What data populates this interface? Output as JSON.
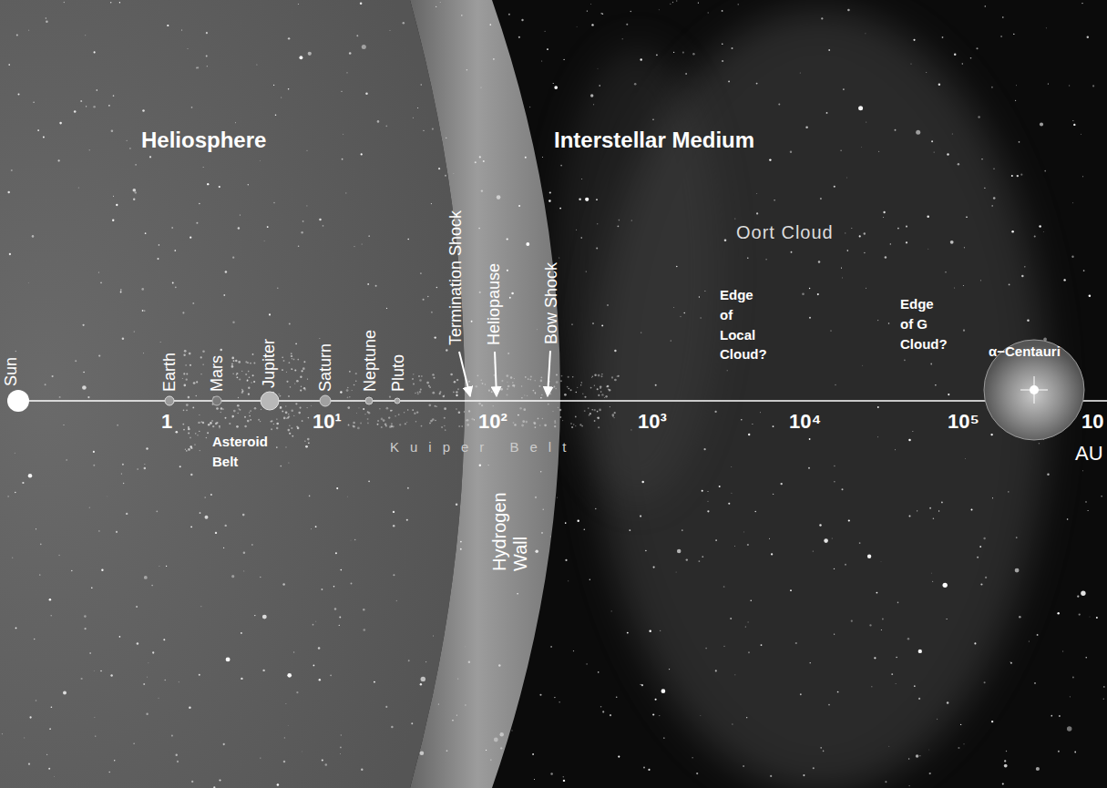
{
  "diagram": {
    "labels": [
      "Heliosphere",
      "Interstellar Medium",
      "Oort Cloud",
      "Sun",
      "Earth",
      "Mars",
      "Jupiter",
      "Saturn",
      "Neptune",
      "Pluto",
      "Termination Shock",
      "Heliopause",
      "Bow Shock",
      "Edge of Local Cloud?",
      "Edge of G Cloud?",
      "α−Centauri",
      "1",
      "10¹",
      "10²",
      "10³",
      "10⁴",
      "10⁵",
      "10",
      "AU",
      "Asteroid Belt",
      "Kuiper Belt",
      "Hydrogen Wall"
    ]
  }
}
